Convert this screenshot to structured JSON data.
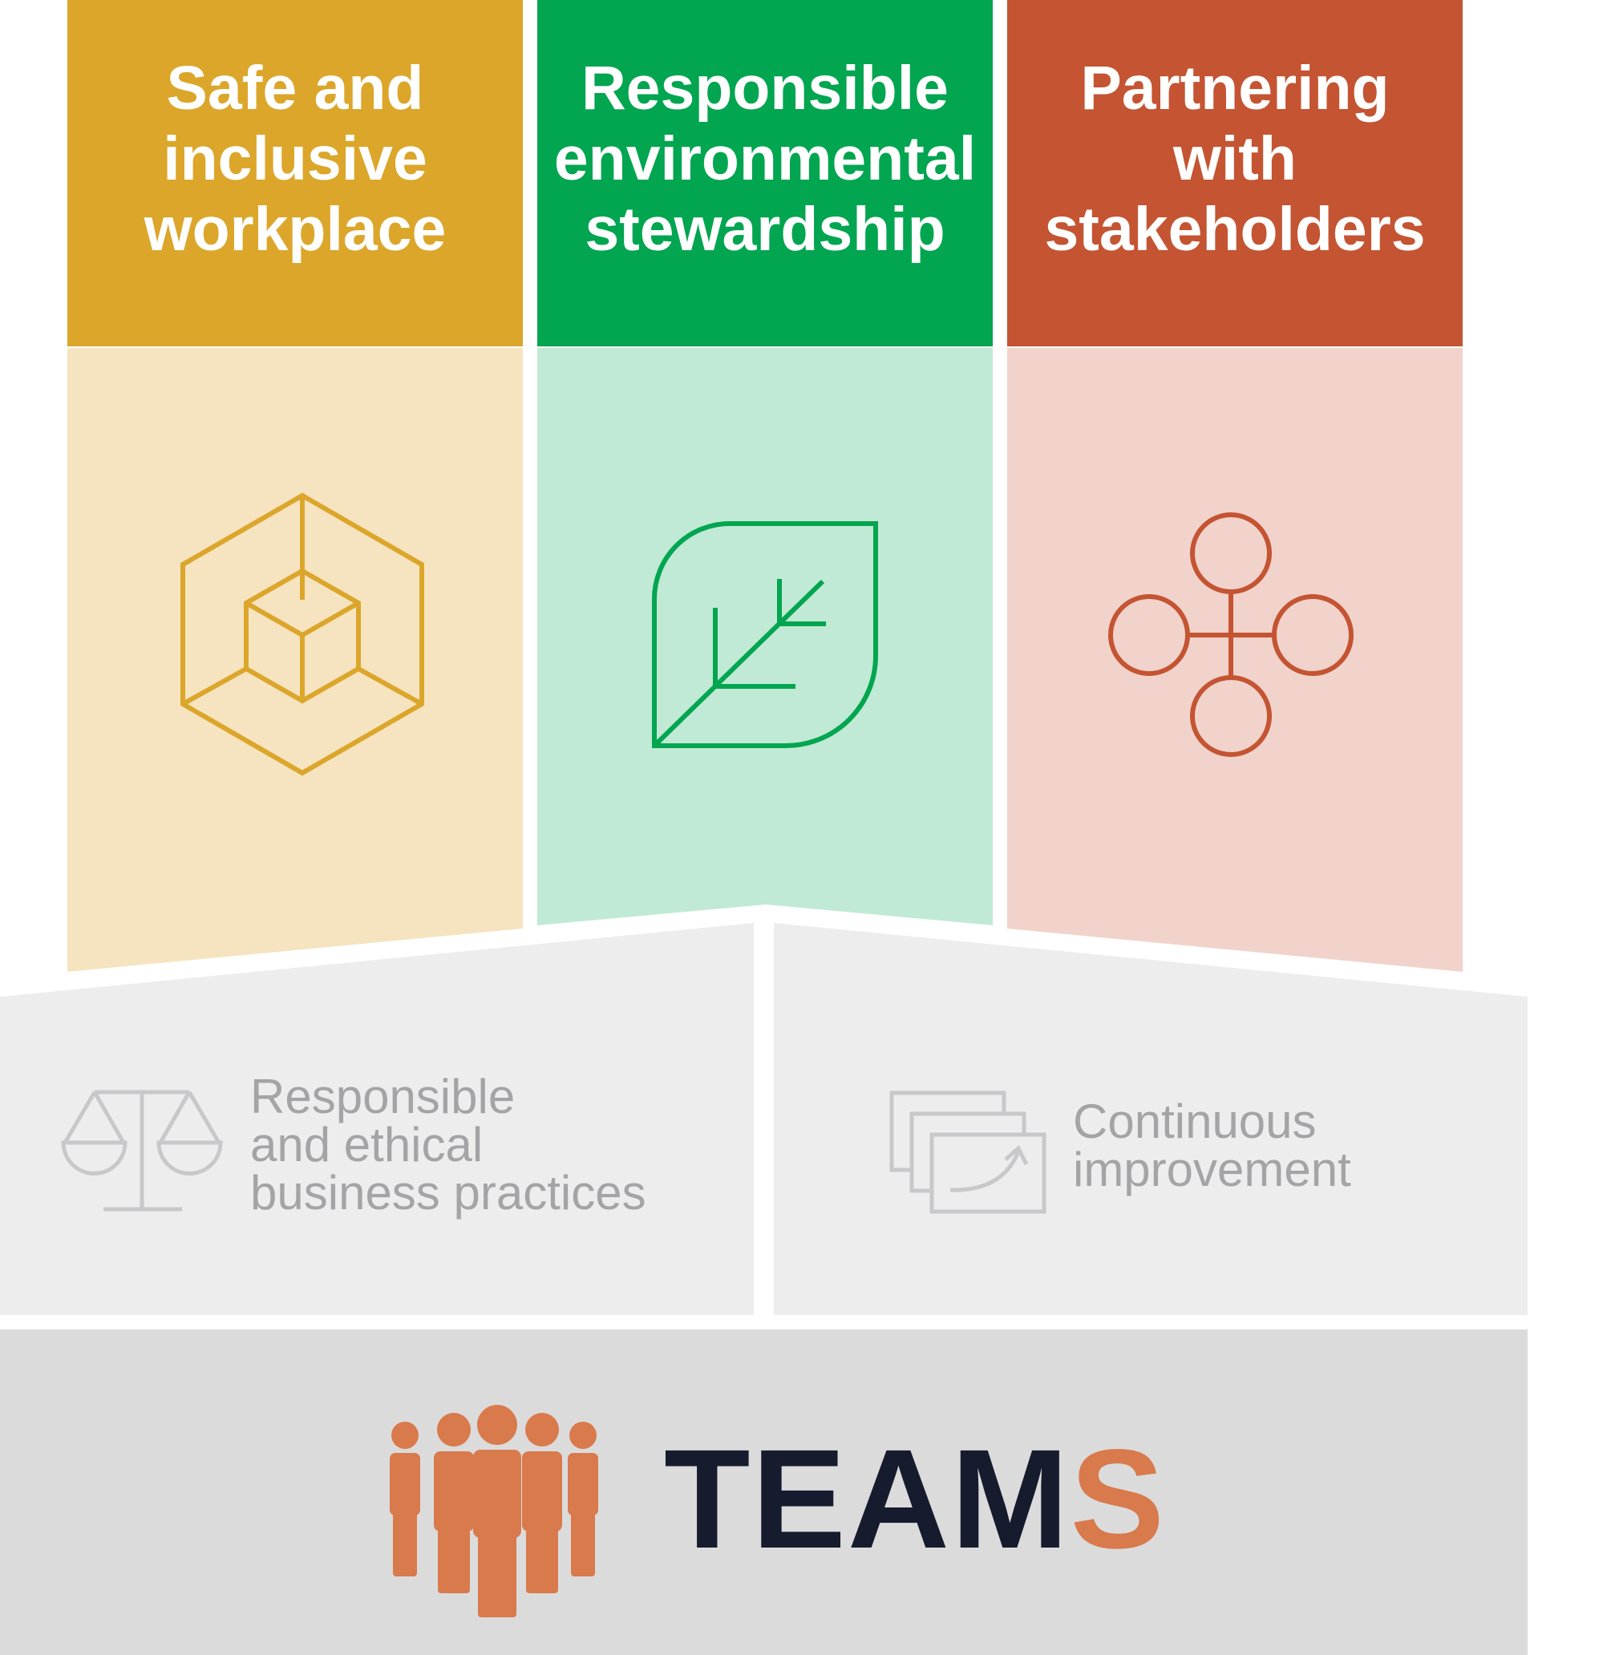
{
  "pillars": [
    {
      "title": "Safe and\ninclusive\nworkplace",
      "icon": "hexagon-cube-icon",
      "color": "#dba62a",
      "tint": "#f6e4c1"
    },
    {
      "title": "Responsible\nenvironmental\nstewardship",
      "icon": "leaf-icon",
      "color": "#02a550",
      "tint": "#c0ead5"
    },
    {
      "title": "Partnering\nwith\nstakeholders",
      "icon": "network-circles-icon",
      "color": "#c45432",
      "tint": "#f1d3cb"
    }
  ],
  "foundation": [
    {
      "label": "Responsible\nand ethical\nbusiness practices",
      "icon": "scales-icon"
    },
    {
      "label": "Continuous\nimprovement",
      "icon": "stacked-cards-arrow-icon"
    }
  ],
  "base": {
    "logo_icon": "team-people-icon",
    "logo_main": "TEAM",
    "logo_accent": "S",
    "logo_color": "#161b2e",
    "accent_color": "#d87a4c"
  }
}
